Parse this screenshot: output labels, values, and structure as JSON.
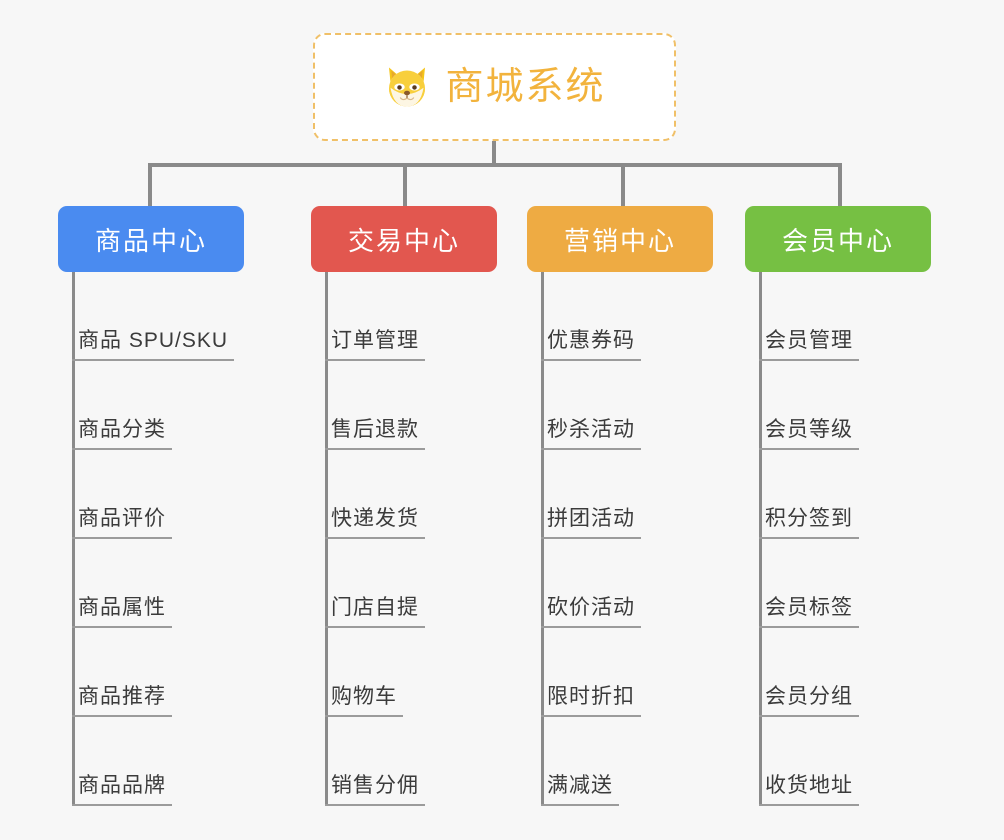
{
  "diagram": {
    "type": "org-chart",
    "background": "#f7f7f7",
    "connector_color": "#8a8a8a",
    "root": {
      "title": "商城系统",
      "icon": "shiba-dog-icon",
      "text_color": "#f2b33d",
      "border_color": "#f0c068",
      "background": "#ffffff"
    },
    "branches": [
      {
        "label": "商品中心",
        "color": "#4a8bf0",
        "items": [
          "商品 SPU/SKU",
          "商品分类",
          "商品评价",
          "商品属性",
          "商品推荐",
          "商品品牌"
        ]
      },
      {
        "label": "交易中心",
        "color": "#e2574f",
        "items": [
          "订单管理",
          "售后退款",
          "快递发货",
          "门店自提",
          "购物车",
          "销售分佣"
        ]
      },
      {
        "label": "营销中心",
        "color": "#eeab43",
        "items": [
          "优惠券码",
          "秒杀活动",
          "拼团活动",
          "砍价活动",
          "限时折扣",
          "满减送"
        ]
      },
      {
        "label": "会员中心",
        "color": "#76c043",
        "items": [
          "会员管理",
          "会员等级",
          "积分签到",
          "会员标签",
          "会员分组",
          "收货地址"
        ]
      }
    ]
  }
}
